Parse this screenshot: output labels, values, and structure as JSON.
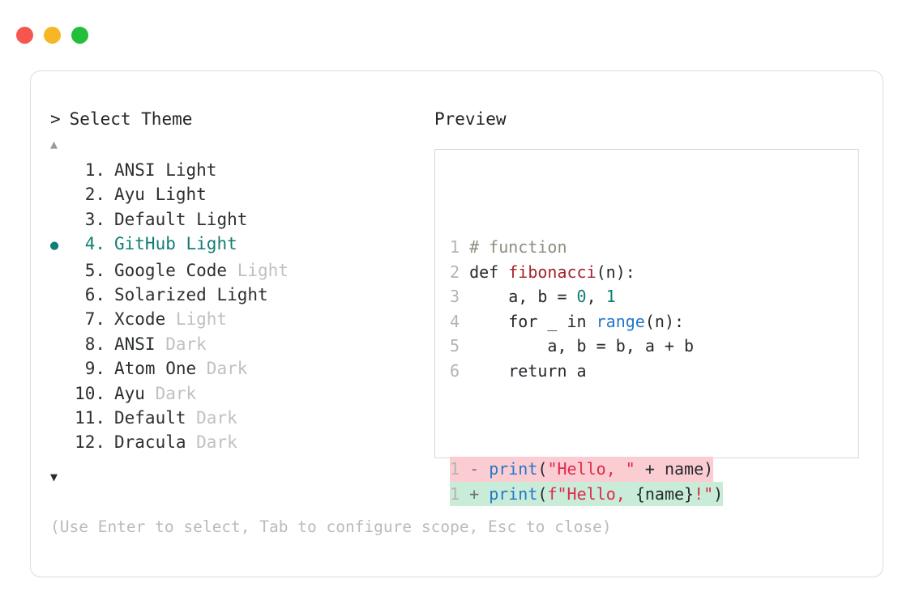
{
  "window": {
    "dots": [
      {
        "name": "close",
        "color": "#f6564f"
      },
      {
        "name": "minimize",
        "color": "#f6b625"
      },
      {
        "name": "maximize",
        "color": "#22bf3d"
      }
    ]
  },
  "selector": {
    "prompt_caret": ">",
    "title": "Select Theme",
    "scroll_up_icon": "▲",
    "scroll_down_icon": "▼",
    "selected_index": 4,
    "bullet_icon": "●",
    "accent_color": "#117d74",
    "items": [
      {
        "index": "1.",
        "name": "ANSI",
        "variant": "Light",
        "variant_dim": false,
        "selected": false
      },
      {
        "index": "2.",
        "name": "Ayu",
        "variant": "Light",
        "variant_dim": false,
        "selected": false
      },
      {
        "index": "3.",
        "name": "Default",
        "variant": "Light",
        "variant_dim": false,
        "selected": false
      },
      {
        "index": "4.",
        "name": "GitHub",
        "variant": "Light",
        "variant_dim": false,
        "selected": true
      },
      {
        "index": "5.",
        "name": "Google Code",
        "variant": "Light",
        "variant_dim": true,
        "selected": false
      },
      {
        "index": "6.",
        "name": "Solarized",
        "variant": "Light",
        "variant_dim": false,
        "selected": false
      },
      {
        "index": "7.",
        "name": "Xcode",
        "variant": "Light",
        "variant_dim": true,
        "selected": false
      },
      {
        "index": "8.",
        "name": "ANSI",
        "variant": "Dark",
        "variant_dim": true,
        "selected": false
      },
      {
        "index": "9.",
        "name": "Atom One",
        "variant": "Dark",
        "variant_dim": true,
        "selected": false
      },
      {
        "index": "10.",
        "name": "Ayu",
        "variant": "Dark",
        "variant_dim": true,
        "selected": false
      },
      {
        "index": "11.",
        "name": "Default",
        "variant": "Dark",
        "variant_dim": true,
        "selected": false
      },
      {
        "index": "12.",
        "name": "Dracula",
        "variant": "Dark",
        "variant_dim": true,
        "selected": false
      }
    ],
    "hint": "(Use Enter to select, Tab to configure scope, Esc to close)"
  },
  "preview": {
    "label": "Preview",
    "code_lines": [
      {
        "num": "1",
        "tokens": [
          {
            "t": "# function",
            "c": "comment"
          }
        ]
      },
      {
        "num": "2",
        "tokens": [
          {
            "t": "def ",
            "c": "plain"
          },
          {
            "t": "fibonacci",
            "c": "func"
          },
          {
            "t": "(n):",
            "c": "plain"
          }
        ]
      },
      {
        "num": "3",
        "tokens": [
          {
            "t": "    a, b = ",
            "c": "plain"
          },
          {
            "t": "0",
            "c": "num"
          },
          {
            "t": ", ",
            "c": "plain"
          },
          {
            "t": "1",
            "c": "num"
          }
        ]
      },
      {
        "num": "4",
        "tokens": [
          {
            "t": "    for _ in ",
            "c": "plain"
          },
          {
            "t": "range",
            "c": "builtin"
          },
          {
            "t": "(n):",
            "c": "plain"
          }
        ]
      },
      {
        "num": "5",
        "tokens": [
          {
            "t": "        a, b = b, a + b",
            "c": "plain"
          }
        ]
      },
      {
        "num": "6",
        "tokens": [
          {
            "t": "    return a",
            "c": "plain"
          }
        ]
      }
    ],
    "diff_lines": [
      {
        "num": "1",
        "sign": "-",
        "kind": "del",
        "tokens": [
          {
            "t": "print",
            "c": "builtin"
          },
          {
            "t": "(",
            "c": "plain"
          },
          {
            "t": "\"Hello, \"",
            "c": "string"
          },
          {
            "t": " + name)",
            "c": "plain"
          }
        ]
      },
      {
        "num": "1",
        "sign": "+",
        "kind": "add",
        "tokens": [
          {
            "t": "print",
            "c": "builtin"
          },
          {
            "t": "(",
            "c": "plain"
          },
          {
            "t": "f\"Hello, ",
            "c": "string"
          },
          {
            "t": "{name}",
            "c": "plain"
          },
          {
            "t": "!\"",
            "c": "string"
          },
          {
            "t": ")",
            "c": "plain"
          }
        ]
      }
    ],
    "diff_del_bg": "#fbcdd2",
    "diff_add_bg": "#c9ecd9"
  }
}
